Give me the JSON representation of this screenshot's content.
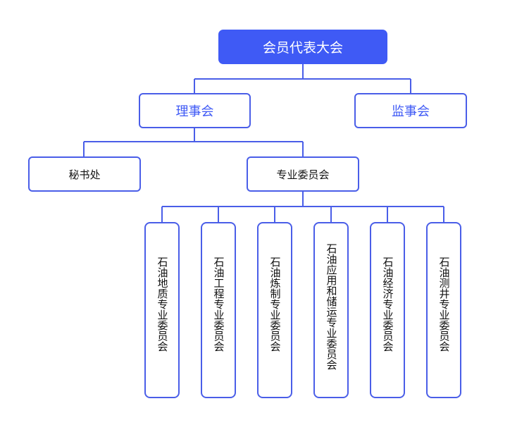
{
  "org_chart": {
    "root": {
      "label": "会员代表大会"
    },
    "level1": [
      {
        "label": "理事会"
      },
      {
        "label": "监事会"
      }
    ],
    "level2": [
      {
        "label": "秘书处"
      },
      {
        "label": "专业委员会"
      }
    ],
    "committees": [
      {
        "label": "石油地质专业委员会"
      },
      {
        "label": "石油工程专业委员会"
      },
      {
        "label": "石油炼制专业委员会"
      },
      {
        "label": "石油应用和储运专业委员会"
      },
      {
        "label": "石油经济专业委员会"
      },
      {
        "label": "石油测井专业委员会"
      }
    ],
    "colors": {
      "accent": "#3f5af5",
      "border": "#4a5ee8",
      "text": "#111111"
    }
  }
}
